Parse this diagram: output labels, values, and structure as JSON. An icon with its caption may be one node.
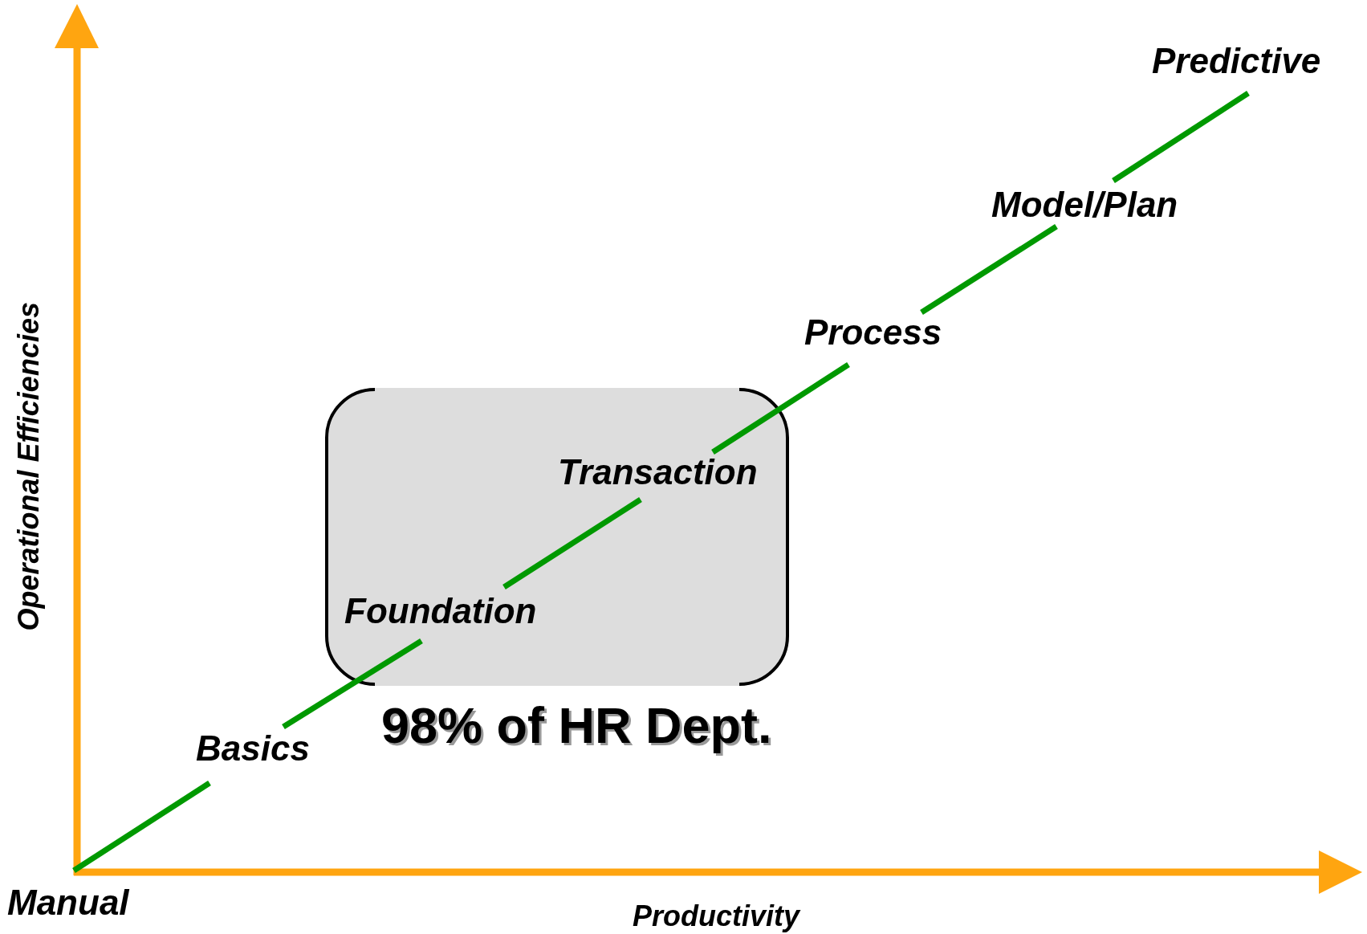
{
  "diagram": {
    "nodes": [
      {
        "text": [
          "Manual"
        ]
      },
      {
        "text": [
          "Basics"
        ]
      },
      {
        "text": [
          "Foundation"
        ],
        "in": 7
      },
      {
        "text": [
          "Transaction"
        ],
        "in": 7
      },
      {
        "text": [
          "Process"
        ]
      },
      {
        "text": [
          "Model/Plan"
        ]
      },
      {
        "text": [
          "Predictive"
        ]
      },
      {
        "text": [
          "98% of HR Dept."
        ]
      }
    ],
    "edges": [
      {
        "from": 0,
        "to": 1,
        "arrow": "none"
      },
      {
        "from": 1,
        "to": 2,
        "arrow": "none"
      },
      {
        "from": 2,
        "to": 3,
        "arrow": "none"
      },
      {
        "from": 3,
        "to": 4,
        "arrow": "none"
      },
      {
        "from": 4,
        "to": 5,
        "arrow": "none"
      },
      {
        "from": 5,
        "to": 6,
        "arrow": "none"
      }
    ],
    "labels": [
      "Operational Efficiencies",
      "Productivity"
    ]
  }
}
